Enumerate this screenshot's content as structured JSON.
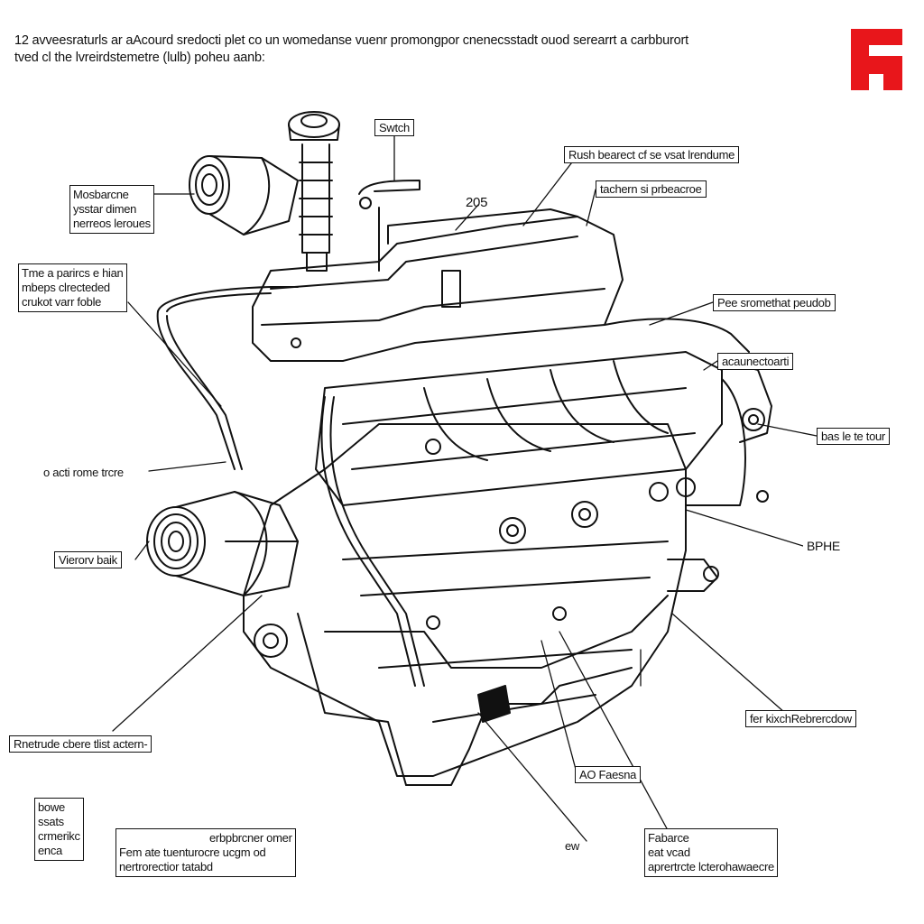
{
  "title": {
    "line1": "12 avveesraturls ar aAcourd sredocti plet co un womedanse vuenr promongpor cnenecsstadt ouod serearrt a carbburort",
    "line2": "tved cl the lvreirdstemetre (lulb) poheu aanb:"
  },
  "colors": {
    "logo": "#e8161b",
    "ink": "#111111",
    "background": "#ffffff"
  },
  "logo_icon": "red-brand-logo",
  "labels": {
    "switch": "Swtch",
    "top_left": [
      "Mosbarcne",
      "ysstar dimen",
      "nerreos leroues"
    ],
    "mid_left": [
      "Tme a parircs e hian",
      "mbeps clrecteded",
      "crukot varr foble"
    ],
    "num_205": "205",
    "top_right_1": "Rush bearect cf se vsat lrendume",
    "top_right_2": "tachern si prbeacroe",
    "right_1": "Pee sromethat peudob",
    "right_2": "acaunectoarti",
    "right_3": "bas le te tour",
    "right_4": "BPHE",
    "left_1": "o acti rome trcre",
    "left_2": "Vierorv baik",
    "left_3": "Rnetrude cbere tlist actern-",
    "right_5": "fer kixchRebrercdow",
    "center_1": "AO Faesna",
    "center_2": "ew",
    "bottom_small": [
      "bowe",
      "ssats",
      "crmerikc",
      "enca"
    ],
    "bottom_center": [
      "erbpbrcner omer",
      "Fem ate tuenturocre ucgm od",
      "nertrorectior tatabd"
    ],
    "bottom_right": [
      "Fabarce",
      "eat vcad",
      "aprertrcte lcterohawaecre"
    ]
  }
}
